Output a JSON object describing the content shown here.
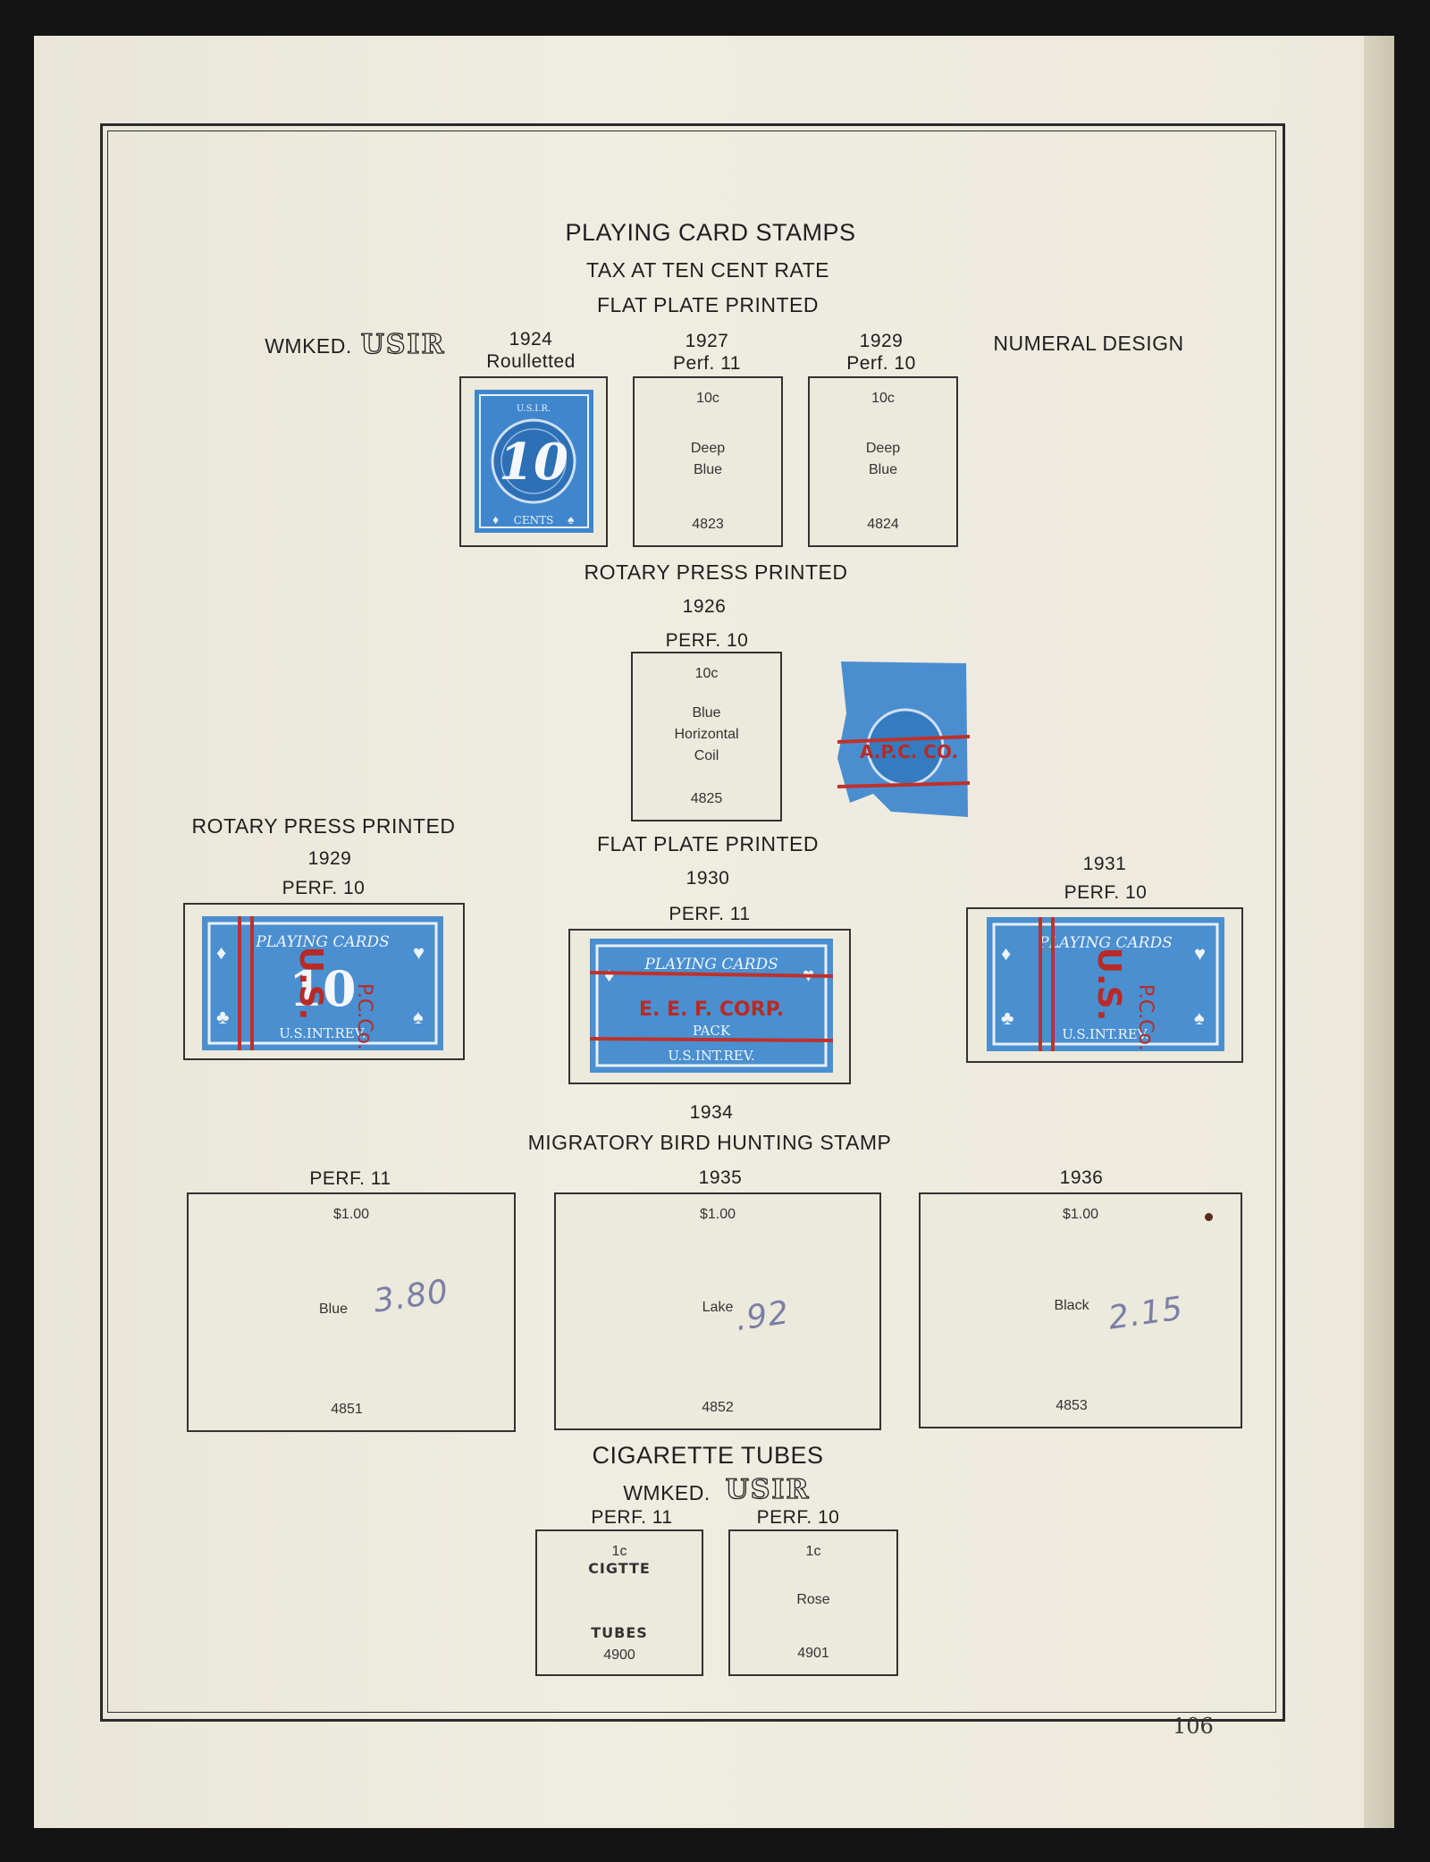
{
  "header": {
    "title": "PLAYING CARD STAMPS",
    "subtitle": "TAX AT TEN CENT RATE",
    "section1": "FLAT PLATE PRINTED",
    "wmked_label": "WMKED.",
    "usir": "USIR",
    "numeral_design": "NUMERAL DESIGN"
  },
  "row1": {
    "col1": {
      "year": "1924",
      "perf": "Roulletted"
    },
    "col2": {
      "year": "1927",
      "perf": "Perf. 11",
      "value": "10c",
      "color_line1": "Deep",
      "color_line2": "Blue",
      "number": "4823"
    },
    "col3": {
      "year": "1929",
      "perf": "Perf. 10",
      "value": "10c",
      "color_line1": "Deep",
      "color_line2": "Blue",
      "number": "4824"
    }
  },
  "rotary1": {
    "heading": "ROTARY PRESS PRINTED",
    "year": "1926",
    "perf": "PERF. 10",
    "value": "10c",
    "line1": "Blue",
    "line2": "Horizontal",
    "line3": "Coil",
    "number": "4825"
  },
  "row3": {
    "left": {
      "heading": "ROTARY PRESS PRINTED",
      "year": "1929",
      "perf": "PERF. 10"
    },
    "middle": {
      "heading": "FLAT PLATE PRINTED",
      "year": "1930",
      "perf": "PERF. 11",
      "overprint": "E. E. F. CORP."
    },
    "right": {
      "year": "1931",
      "perf": "PERF. 10"
    }
  },
  "migratory": {
    "year": "1934",
    "heading": "MIGRATORY BIRD HUNTING STAMP",
    "items": [
      {
        "label": "PERF. 11",
        "value": "$1.00",
        "color": "Blue",
        "number": "4851",
        "price": "3.80"
      },
      {
        "label": "1935",
        "value": "$1.00",
        "color": "Lake",
        "number": "4852",
        "price": ".92"
      },
      {
        "label": "1936",
        "value": "$1.00",
        "color": "Black",
        "number": "4853",
        "price": "2.15"
      }
    ]
  },
  "cigarette": {
    "heading": "CIGARETTE TUBES",
    "wmked_label": "WMKED.",
    "usir": "USIR",
    "left": {
      "perf": "PERF. 11",
      "value": "1c",
      "line1": "CIGTTE",
      "line2": "TUBES",
      "number": "4900"
    },
    "right": {
      "perf": "PERF. 10",
      "value": "1c",
      "color": "Rose",
      "number": "4901"
    }
  },
  "page_number": "106",
  "stamp_text": {
    "playing_cards": "PLAYING CARDS",
    "cents": "CENTS",
    "int_rev": "U.S.INT.REV.",
    "pack": "PACK",
    "usir_small": "U.S.I.R.",
    "apc_overprint": "A.P.C. CO.",
    "pcc": "P.C.Co.",
    "us": "U.S."
  },
  "colors": {
    "stamp_blue": "#4a8fd0",
    "overprint_red": "#c0302a",
    "paper": "#ece9dd"
  }
}
